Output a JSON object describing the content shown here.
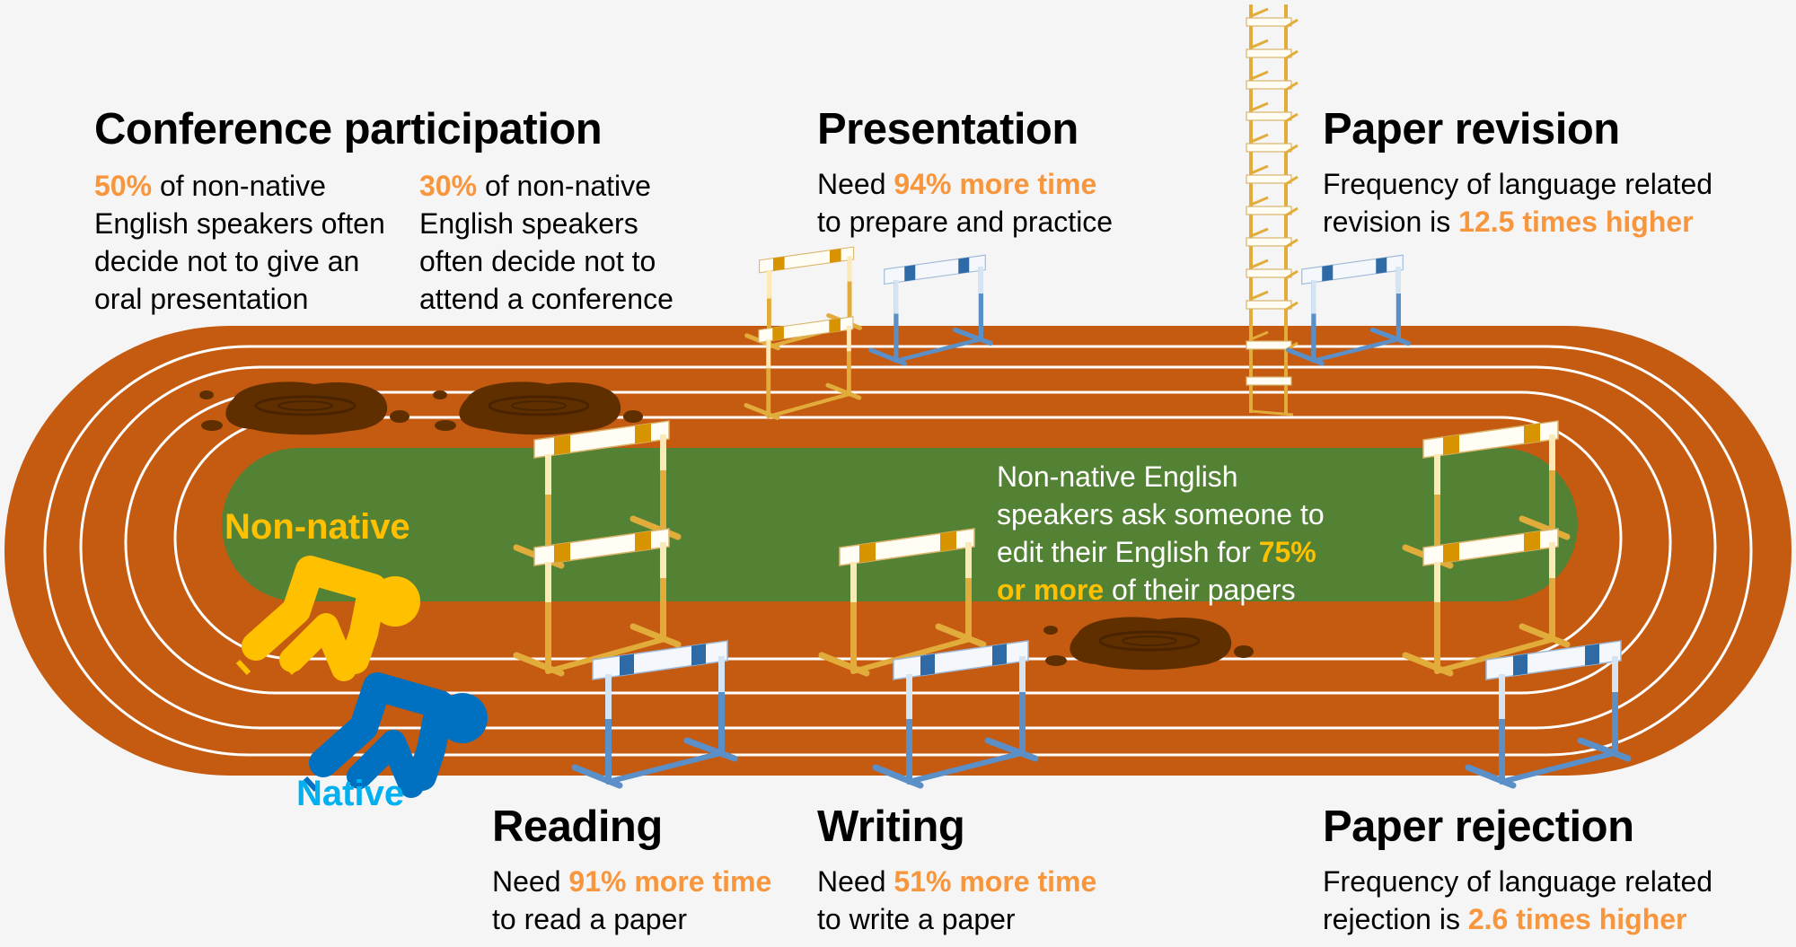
{
  "colors": {
    "background": "#f5f5f5",
    "track": "#c55a11",
    "field": "#548235",
    "lane_line": "#ffffff",
    "mud": "#5f2f00",
    "highlight_orange": "#f7963d",
    "highlight_yellow": "#ffc000",
    "non_native_gold": "#ffc000",
    "native_blue_runner": "#0070c0",
    "native_blue_label": "#00b0f0",
    "hurdle_gold": "#e2ac3b",
    "hurdle_blue": "#5b8fc7"
  },
  "sections": {
    "conference": {
      "title": "Conference participation",
      "col1": {
        "stat": "50%",
        "line1_rest": " of non-native",
        "line2": "English speakers often",
        "line3": "decide not to give an",
        "line4": "oral presentation"
      },
      "col2": {
        "stat": "30%",
        "line1_rest": " of non-native",
        "line2": "English speakers",
        "line3": "often decide not to",
        "line4": "attend a conference"
      }
    },
    "presentation": {
      "title": "Presentation",
      "pre": "Need ",
      "stat": "94% more time",
      "line2": "to prepare and practice"
    },
    "revision": {
      "title": "Paper revision",
      "line1": "Frequency of language related",
      "pre": "revision is ",
      "stat": "12.5 times higher"
    },
    "editing": {
      "line1": "Non-native English",
      "line2": "speakers ask someone to",
      "line3_pre": "edit their English for ",
      "stat_a": "75%",
      "stat_b": "or more",
      "line4_rest": " of their papers"
    },
    "reading": {
      "title": "Reading",
      "pre": "Need ",
      "stat": "91% more time",
      "line2": "to read a paper"
    },
    "writing": {
      "title": "Writing",
      "pre": "Need ",
      "stat": "51% more time",
      "line2": "to write a paper"
    },
    "rejection": {
      "title": "Paper rejection",
      "line1": "Frequency of language related",
      "pre": "rejection is ",
      "stat": "2.6 times higher"
    }
  },
  "runners": {
    "non_native_label": "Non-native",
    "native_label": "Native"
  }
}
